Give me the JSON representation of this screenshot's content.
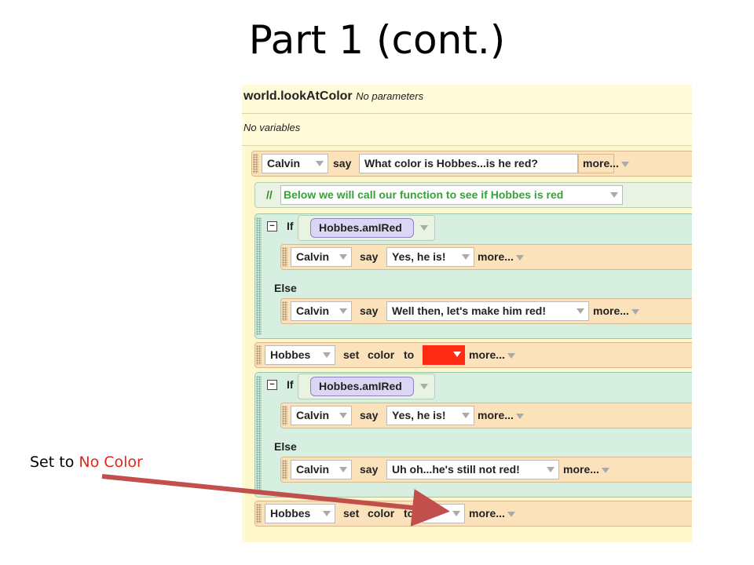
{
  "slide": {
    "title": "Part 1 (cont.)",
    "annotation_prefix": "Set to ",
    "annotation_highlight": "No Color",
    "annotation_highlight_color": "#e0261b",
    "arrow_color": "#c1504d"
  },
  "method": {
    "name": "world.lookAtColor",
    "params": "No parameters",
    "vars": "No variables"
  },
  "lines": {
    "l1": {
      "subject": "Calvin",
      "verb": "say",
      "text": "What color is Hobbes...is he red?",
      "more": "more..."
    },
    "comment": {
      "marker": "//",
      "text": "Below we will call our function to see if Hobbes is red"
    },
    "if1": {
      "if_label": "If",
      "condition": "Hobbes.amIRed",
      "then": {
        "subject": "Calvin",
        "verb": "say",
        "text": "Yes, he is!",
        "more": "more..."
      },
      "else_label": "Else",
      "else": {
        "subject": "Calvin",
        "verb": "say",
        "text": "Well then, let's make him red!",
        "more": "more..."
      }
    },
    "set1": {
      "subject": "Hobbes",
      "verb": "set",
      "prop": "color",
      "to": "to",
      "color": "#ff2a12",
      "more": "more..."
    },
    "if2": {
      "if_label": "If",
      "condition": "Hobbes.amIRed",
      "then": {
        "subject": "Calvin",
        "verb": "say",
        "text": "Yes, he is!",
        "more": "more..."
      },
      "else_label": "Else",
      "else": {
        "subject": "Calvin",
        "verb": "say",
        "text": "Uh oh...he's still not red!",
        "more": "more..."
      }
    },
    "set2": {
      "subject": "Hobbes",
      "verb": "set",
      "prop": "color",
      "to": "to",
      "color": "#ffffff",
      "more": "more..."
    }
  }
}
